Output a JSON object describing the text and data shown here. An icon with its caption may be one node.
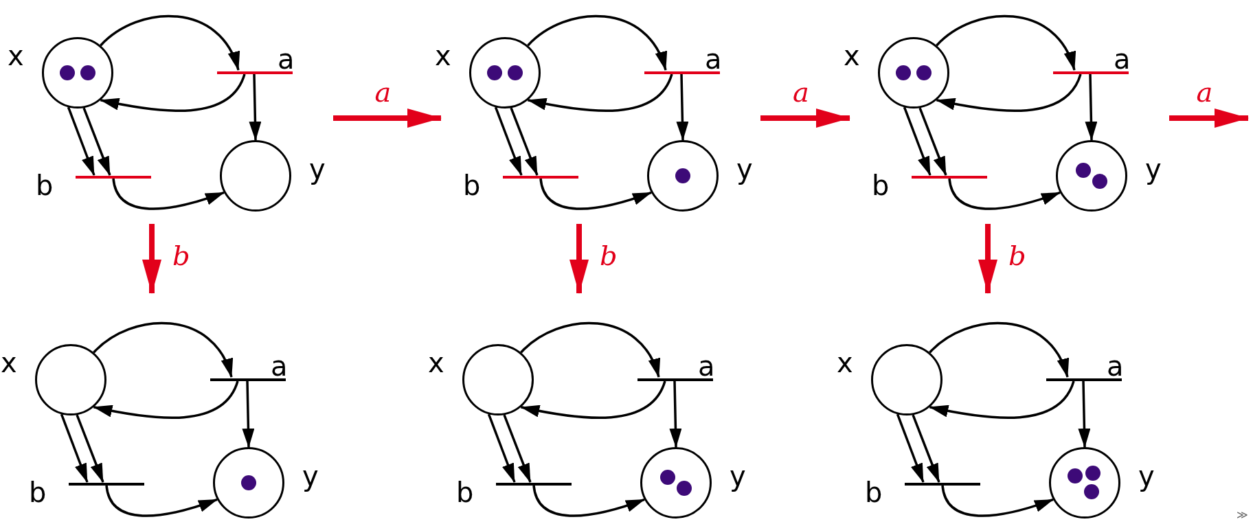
{
  "diagram": {
    "nodes": [
      {
        "text": [],
        "shape": "box"
      },
      {
        "text": [],
        "shape": "circle",
        "beside": [
          "x"
        ],
        "in": 0
      },
      {
        "text": [],
        "shape": "circle",
        "in": 1
      },
      {
        "text": [],
        "shape": "circle",
        "in": 1
      },
      {
        "text": [],
        "shape": "bar",
        "beside": [
          "a"
        ],
        "in": 0
      },
      {
        "text": [],
        "shape": "bar",
        "beside": [
          "b"
        ],
        "in": 0
      },
      {
        "text": [],
        "shape": "circle",
        "beside": [
          "y"
        ],
        "in": 0
      },
      {
        "text": [],
        "shape": "box"
      },
      {
        "text": [],
        "shape": "circle",
        "beside": [
          "x"
        ],
        "in": 7
      },
      {
        "text": [],
        "shape": "circle",
        "in": 8
      },
      {
        "text": [],
        "shape": "circle",
        "in": 8
      },
      {
        "text": [],
        "shape": "bar",
        "beside": [
          "a"
        ],
        "in": 7
      },
      {
        "text": [],
        "shape": "bar",
        "beside": [
          "b"
        ],
        "in": 7
      },
      {
        "text": [],
        "shape": "circle",
        "beside": [
          "y"
        ],
        "in": 7
      },
      {
        "text": [],
        "shape": "circle",
        "in": 13
      },
      {
        "text": [],
        "shape": "box"
      },
      {
        "text": [],
        "shape": "circle",
        "beside": [
          "x"
        ],
        "in": 15
      },
      {
        "text": [],
        "shape": "circle",
        "in": 16
      },
      {
        "text": [],
        "shape": "circle",
        "in": 16
      },
      {
        "text": [],
        "shape": "bar",
        "beside": [
          "a"
        ],
        "in": 15
      },
      {
        "text": [],
        "shape": "bar",
        "beside": [
          "b"
        ],
        "in": 15
      },
      {
        "text": [],
        "shape": "circle",
        "beside": [
          "y"
        ],
        "in": 15
      },
      {
        "text": [],
        "shape": "circle",
        "in": 21
      },
      {
        "text": [],
        "shape": "circle",
        "in": 21
      },
      {
        "text": [],
        "shape": "box"
      },
      {
        "text": [],
        "shape": "circle",
        "beside": [
          "x"
        ],
        "in": 24
      },
      {
        "text": [],
        "shape": "bar",
        "beside": [
          "a"
        ],
        "in": 24
      },
      {
        "text": [],
        "shape": "bar",
        "beside": [
          "b"
        ],
        "in": 24
      },
      {
        "text": [],
        "shape": "circle",
        "beside": [
          "y"
        ],
        "in": 24
      },
      {
        "text": [],
        "shape": "circle",
        "in": 28
      },
      {
        "text": [],
        "shape": "box"
      },
      {
        "text": [],
        "shape": "circle",
        "beside": [
          "x"
        ],
        "in": 30
      },
      {
        "text": [],
        "shape": "bar",
        "beside": [
          "a"
        ],
        "in": 30
      },
      {
        "text": [],
        "shape": "bar",
        "beside": [
          "b"
        ],
        "in": 30
      },
      {
        "text": [],
        "shape": "circle",
        "beside": [
          "y"
        ],
        "in": 30
      },
      {
        "text": [],
        "shape": "circle",
        "in": 34
      },
      {
        "text": [],
        "shape": "circle",
        "in": 34
      },
      {
        "text": [],
        "shape": "box"
      },
      {
        "text": [],
        "shape": "circle",
        "beside": [
          "x"
        ],
        "in": 37
      },
      {
        "text": [],
        "shape": "bar",
        "beside": [
          "a"
        ],
        "in": 37
      },
      {
        "text": [],
        "shape": "bar",
        "beside": [
          "b"
        ],
        "in": 37
      },
      {
        "text": [],
        "shape": "circle",
        "beside": [
          "y"
        ],
        "in": 37
      },
      {
        "text": [],
        "shape": "circle",
        "in": 41
      },
      {
        "text": [],
        "shape": "circle",
        "in": 41
      },
      {
        "text": [],
        "shape": "circle",
        "in": 41
      }
    ],
    "edges": [
      {
        "from": 1,
        "to": 4,
        "arrow": "to"
      },
      {
        "from": 4,
        "to": 1,
        "arrow": "to"
      },
      {
        "from": 4,
        "to": 6,
        "arrow": "to"
      },
      {
        "from": 1,
        "to": 5,
        "arrow": "to"
      },
      {
        "from": 1,
        "to": 5,
        "arrow": "to"
      },
      {
        "from": 5,
        "to": 6,
        "arrow": "to"
      },
      {
        "from": 8,
        "to": 11,
        "arrow": "to"
      },
      {
        "from": 11,
        "to": 8,
        "arrow": "to"
      },
      {
        "from": 11,
        "to": 13,
        "arrow": "to"
      },
      {
        "from": 8,
        "to": 12,
        "arrow": "to"
      },
      {
        "from": 8,
        "to": 12,
        "arrow": "to"
      },
      {
        "from": 12,
        "to": 13,
        "arrow": "to"
      },
      {
        "from": 16,
        "to": 19,
        "arrow": "to"
      },
      {
        "from": 19,
        "to": 16,
        "arrow": "to"
      },
      {
        "from": 19,
        "to": 21,
        "arrow": "to"
      },
      {
        "from": 16,
        "to": 20,
        "arrow": "to"
      },
      {
        "from": 16,
        "to": 20,
        "arrow": "to"
      },
      {
        "from": 20,
        "to": 21,
        "arrow": "to"
      },
      {
        "from": 25,
        "to": 26,
        "arrow": "to"
      },
      {
        "from": 26,
        "to": 25,
        "arrow": "to"
      },
      {
        "from": 26,
        "to": 28,
        "arrow": "to"
      },
      {
        "from": 25,
        "to": 27,
        "arrow": "to"
      },
      {
        "from": 25,
        "to": 27,
        "arrow": "to"
      },
      {
        "from": 27,
        "to": 28,
        "arrow": "to"
      },
      {
        "from": 31,
        "to": 32,
        "arrow": "to"
      },
      {
        "from": 32,
        "to": 31,
        "arrow": "to"
      },
      {
        "from": 32,
        "to": 34,
        "arrow": "to"
      },
      {
        "from": 31,
        "to": 33,
        "arrow": "to"
      },
      {
        "from": 31,
        "to": 33,
        "arrow": "to"
      },
      {
        "from": 33,
        "to": 34,
        "arrow": "to"
      },
      {
        "from": 38,
        "to": 39,
        "arrow": "to"
      },
      {
        "from": 39,
        "to": 38,
        "arrow": "to"
      },
      {
        "from": 39,
        "to": 41,
        "arrow": "to"
      },
      {
        "from": 38,
        "to": 40,
        "arrow": "to"
      },
      {
        "from": 38,
        "to": 40,
        "arrow": "to"
      },
      {
        "from": 40,
        "to": 41,
        "arrow": "to"
      },
      {
        "from": 0,
        "to": 7,
        "arrow": "to",
        "label": "a",
        "style": "thick",
        "color": "#e2001a"
      },
      {
        "from": 7,
        "to": 15,
        "arrow": "to",
        "label": "a",
        "style": "thick",
        "color": "#e2001a"
      },
      {
        "from": 15,
        "to": null,
        "arrow": "to",
        "label": "a",
        "style": "thick",
        "color": "#e2001a"
      },
      {
        "from": 0,
        "to": 24,
        "arrow": "to",
        "label": "b",
        "style": "thick",
        "color": "#e2001a"
      },
      {
        "from": 7,
        "to": 30,
        "arrow": "to",
        "label": "b",
        "style": "thick",
        "color": "#e2001a"
      },
      {
        "from": 15,
        "to": 37,
        "arrow": "to",
        "label": "b",
        "style": "thick",
        "color": "#e2001a"
      }
    ],
    "labels": [
      "≫"
    ]
  }
}
